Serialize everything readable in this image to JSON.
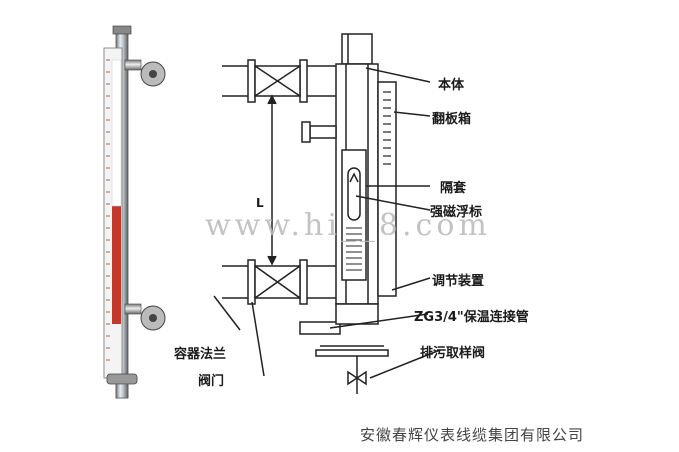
{
  "labels": {
    "body": "本体",
    "flap_box": "翻板箱",
    "sleeve": "隔套",
    "magnetic_float": "强磁浮标",
    "adjusting_device": "调节装置",
    "insulation_pipe": "ZG3/4\"保温连接管",
    "drain_sampling_valve": "排污取样阀",
    "vessel_flange": "容器法兰",
    "valve": "阀门",
    "dimension_L": "L"
  },
  "watermark": "www.hi__8.com",
  "footer": "安徽春辉仪表线缆集团有限公司"
}
